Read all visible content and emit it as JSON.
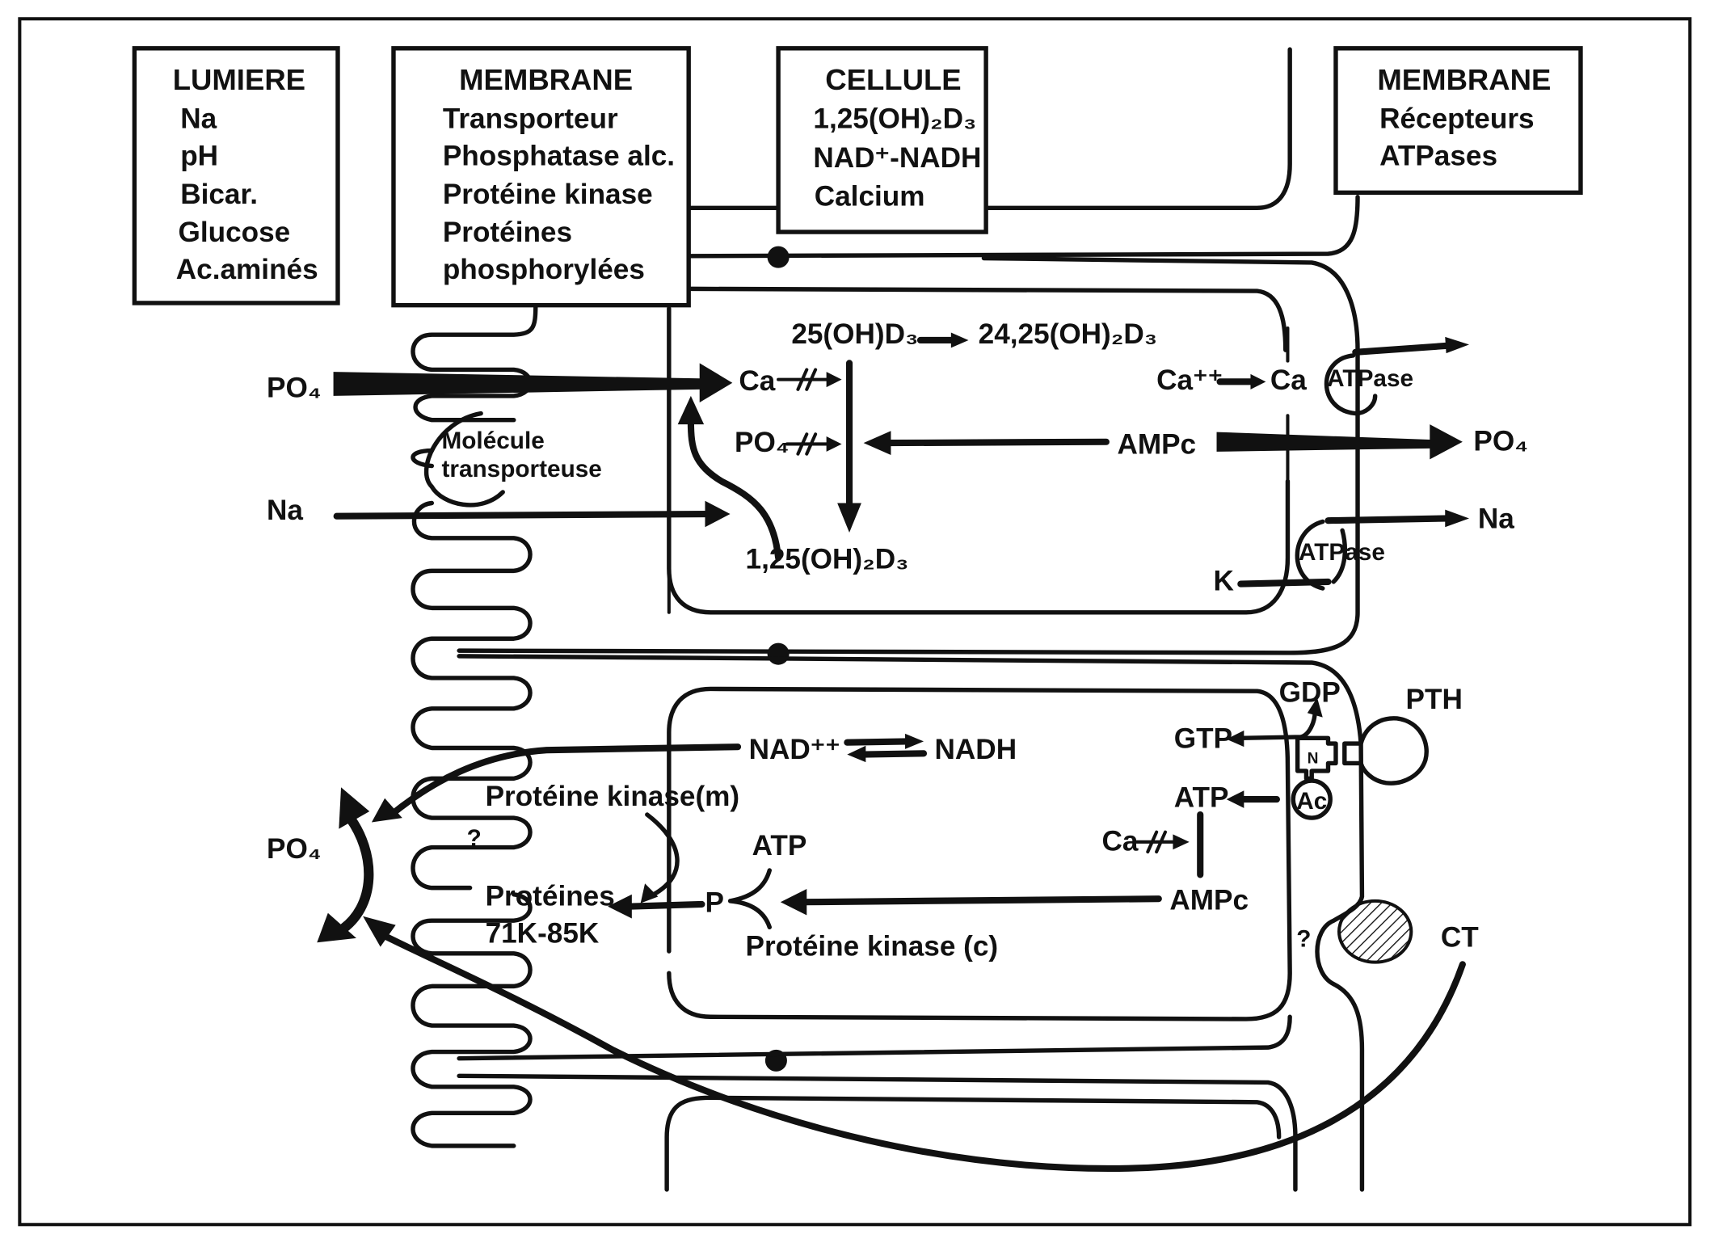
{
  "figure": {
    "colors": {
      "ink": "#111111",
      "background": "#ffffff"
    },
    "boxes": {
      "lumiere": {
        "title": "LUMIERE",
        "items": [
          "Na",
          "pH",
          "Bicar.",
          "Glucose",
          "Ac.aminés"
        ]
      },
      "membrane_left": {
        "title": "MEMBRANE",
        "items": [
          "Transporteur",
          "Phosphatase alc.",
          "Protéine kinase",
          "Protéines",
          "phosphorylées"
        ]
      },
      "cellule": {
        "title": "CELLULE",
        "items": [
          "1,25(OH)₂D₃",
          "NAD⁺-NADH",
          "Calcium"
        ]
      },
      "membrane_right": {
        "title": "MEMBRANE",
        "items": [
          "Récepteurs",
          "ATPases"
        ]
      }
    },
    "upper_cell": {
      "po4_in": "PO₄",
      "na_in": "Na",
      "transporter": [
        "Molécule",
        "transporteuse"
      ],
      "ca": "Ca",
      "po4_inner": "PO₄",
      "hydroxy_25": "25(OH)D₃",
      "hydroxy_2425": "24,25(OH)₂D₃",
      "hydroxy_125": "1,25(OH)₂D₃",
      "ampc": "AMPc",
      "ca_pp": "Ca⁺⁺",
      "ca_membrane": "Ca",
      "atpase_top": "ATPase",
      "atpase_bottom": "ATPase",
      "po4_out": "PO₄",
      "na_out": "Na",
      "k": "K",
      "inhibit_mark": "//"
    },
    "lower_cell": {
      "nad": "NAD⁺⁺",
      "nadh": "NADH",
      "pk_m": "Protéine kinase(m)",
      "question_left": "?",
      "po4_lumen": "PO₄",
      "proteines": [
        "Protéines",
        "71K-85K"
      ],
      "p": "P",
      "atp_center": "ATP",
      "pk_c": "Protéine kinase (c)",
      "ampc": "AMPc",
      "ca": "Ca",
      "atp_right": "ATP",
      "gtp": "GTP",
      "gdp": "GDP",
      "n_protein": "N",
      "adenylate_cyclase": "Ac",
      "pth": "PTH",
      "question_right": "?",
      "ct": "CT"
    }
  }
}
